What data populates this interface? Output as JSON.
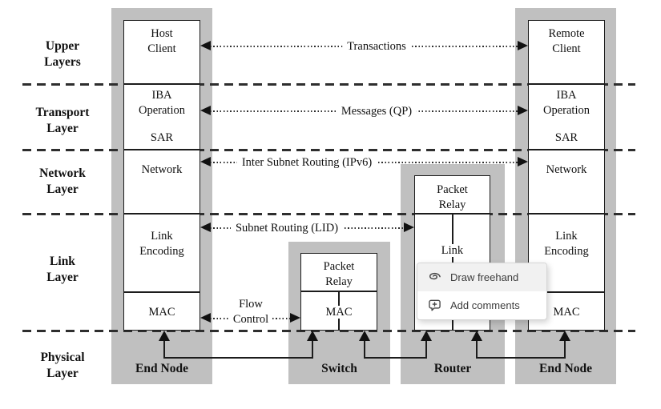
{
  "layer_labels": {
    "upper": "Upper\nLayers",
    "transport": "Transport\nLayer",
    "network": "Network\nLayer",
    "link": "Link\nLayer",
    "physical": "Physical\nLayer"
  },
  "nodes": {
    "end_node_left": {
      "title": "End Node",
      "host_client": "Host\nClient",
      "iba": "IBA\nOperation",
      "sar": "SAR",
      "network": "Network",
      "link_encoding": "Link\nEncoding",
      "mac": "MAC"
    },
    "switch": {
      "title": "Switch",
      "packet_relay": "Packet\nRelay",
      "mac": "MAC"
    },
    "router": {
      "title": "Router",
      "packet_relay": "Packet\nRelay",
      "link": "Link"
    },
    "end_node_right": {
      "title": "End Node",
      "remote_client": "Remote\nClient",
      "iba": "IBA\nOperation",
      "sar": "SAR",
      "network": "Network",
      "link_encoding": "Link\nEncoding",
      "mac": "MAC"
    }
  },
  "arrow_labels": {
    "transactions": "Transactions",
    "messages": "Messages (QP)",
    "inter_subnet_routing": "Inter Subnet Routing (IPv6)",
    "subnet_routing": "Subnet Routing (LID)",
    "flow_control": "Flow\nControl"
  },
  "context_menu": {
    "items": [
      {
        "label": "Draw freehand",
        "icon": "draw-freehand-icon",
        "state": "hovered"
      },
      {
        "label": "Add comments",
        "icon": "add-comments-icon",
        "state": "normal"
      }
    ]
  },
  "colors": {
    "column_bg": "#c0c0c0",
    "diagram_line": "#1c1c1c",
    "menu_hover_bg": "#f1f1f1",
    "menu_border": "#d6d6d6",
    "menu_text": "#3d3d3d"
  }
}
